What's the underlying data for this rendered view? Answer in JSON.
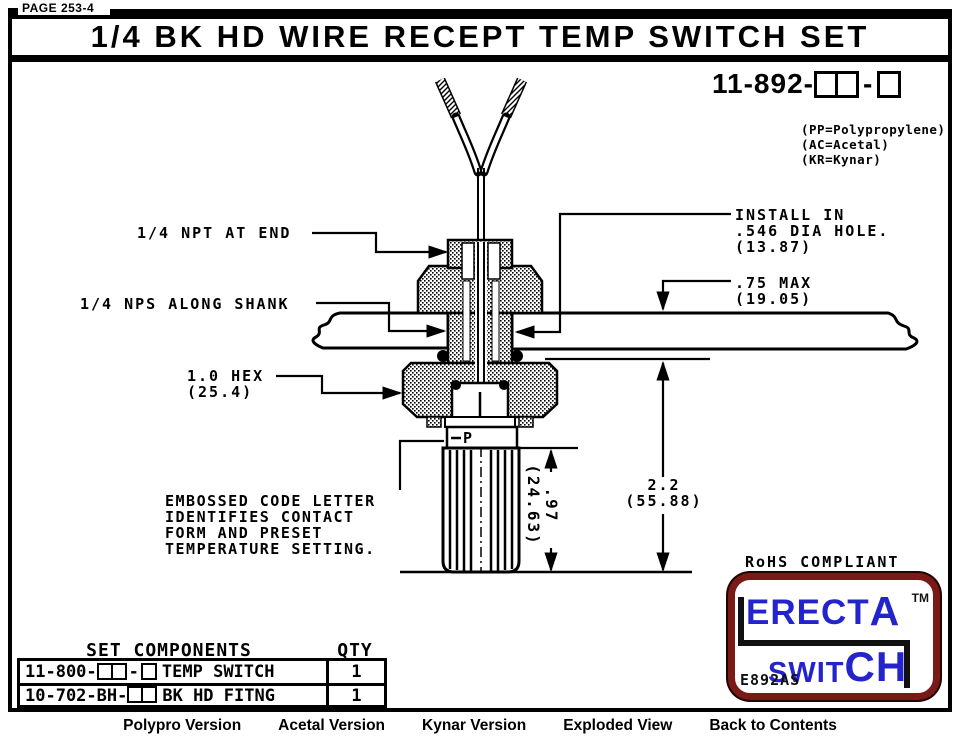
{
  "page_label": "PAGE 253-4",
  "title": "1/4 BK HD WIRE RECEPT TEMP SWITCH SET",
  "part_number": {
    "prefix": "11-892-",
    "dash": "-"
  },
  "material_codes": "(PP=Polypropylene)\n(AC=Acetal)\n(KR=Kynar)",
  "callouts": {
    "npt": "1/4 NPT AT END",
    "nps": "1/4 NPS ALONG SHANK",
    "hex": "1.0 HEX\n(25.4)",
    "embossed": "EMBOSSED CODE LETTER\nIDENTIFIES CONTACT\nFORM AND PRESET\nTEMPERATURE SETTING.",
    "install": "INSTALL IN\n.546 DIA HOLE.\n(13.87)",
    "panel_max": ".75 MAX\n(19.05)",
    "embossed_letter": "P"
  },
  "dimensions": {
    "body_length": ".97\n(24.63)",
    "overall_length": "2.2\n(55.88)"
  },
  "rohs": "RoHS COMPLIANT",
  "logo": {
    "word1_a": "ERECT",
    "word1_b": "A",
    "word2_a": "SWIT",
    "word2_b": "CH",
    "tm": "TM",
    "code": "E892AS",
    "blue": "#2424cd",
    "border_color": "#7a1a16"
  },
  "table": {
    "title": "SET COMPONENTS",
    "qty_header": "QTY",
    "rows": [
      {
        "prefix": "11-800-",
        "dash": "-",
        "desc": "TEMP SWITCH",
        "qty": "1"
      },
      {
        "prefix": "10-702-BH-",
        "desc": "BK HD FITNG",
        "qty": "1"
      }
    ]
  },
  "nav": {
    "links": [
      "Polypro Version",
      "Acetal Version",
      "Kynar Version",
      "Exploded View",
      "Back to Contents"
    ]
  }
}
